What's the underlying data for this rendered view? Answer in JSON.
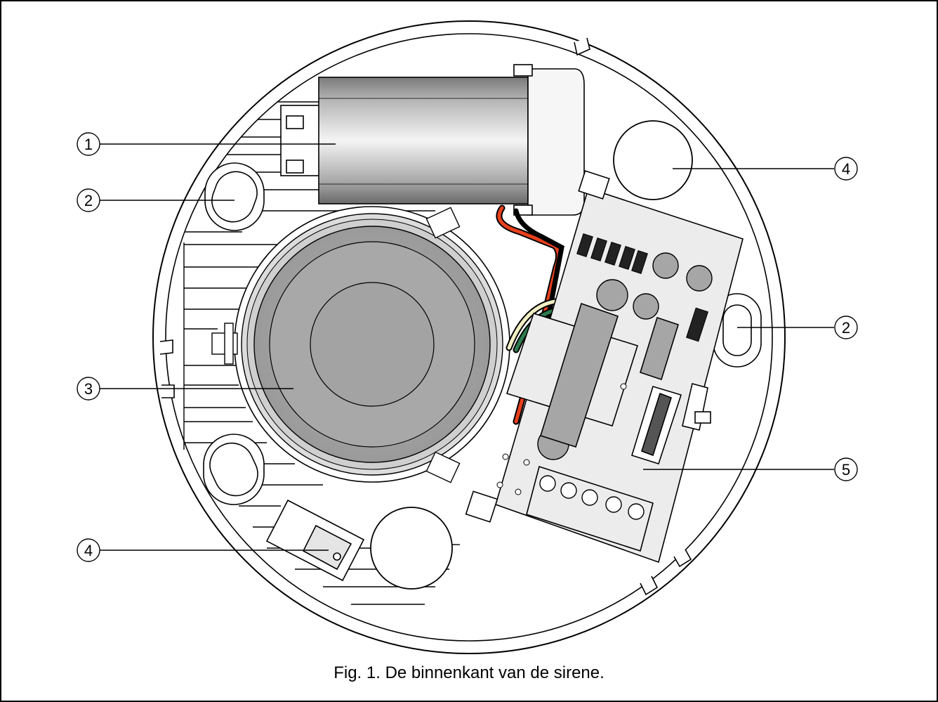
{
  "caption": "Fig. 1. De binnenkant van de sirene.",
  "callouts": [
    "1",
    "2",
    "3",
    "4",
    "2",
    "4",
    "5"
  ],
  "colors": {
    "line": "#000000",
    "wire_red": "#e8401c",
    "wire_green": "#2e7d4f",
    "wire_cream": "#f3efc4",
    "board": "#ececec"
  }
}
